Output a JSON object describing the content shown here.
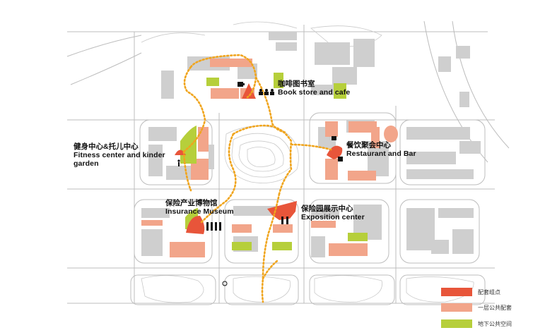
{
  "labels": {
    "bookstore": {
      "cn": "咖啡图书室",
      "en": "Book store and cafe"
    },
    "fitness": {
      "cn": "健身中心&托儿中心",
      "en": "Fitness center and kinder",
      "en2": "garden"
    },
    "restaurant": {
      "cn": "餐饮聚会中心",
      "en": "Restaurant and Bar"
    },
    "museum": {
      "cn": "保险产业博物馆",
      "en": "Insurance Museum"
    },
    "exposition": {
      "cn": "保险园展示中心",
      "en": "Exposition center"
    }
  },
  "legend": [
    {
      "label": "配套组点",
      "color": "#e8553a"
    },
    {
      "label": "一层公共配套",
      "color": "#f2a58a"
    },
    {
      "label": "地下公共空间",
      "color": "#b6cf3b"
    }
  ],
  "colors": {
    "building_gray": "#cfcfcf",
    "node_red": "#e8553a",
    "public_salmon": "#f2a58a",
    "underground_green": "#b6cf3b",
    "path_orange": "#f0a51e",
    "street_line": "#bdbdbd"
  },
  "icons": [
    "coffee-icon",
    "people-icon",
    "dining-icon",
    "walker-icon"
  ]
}
